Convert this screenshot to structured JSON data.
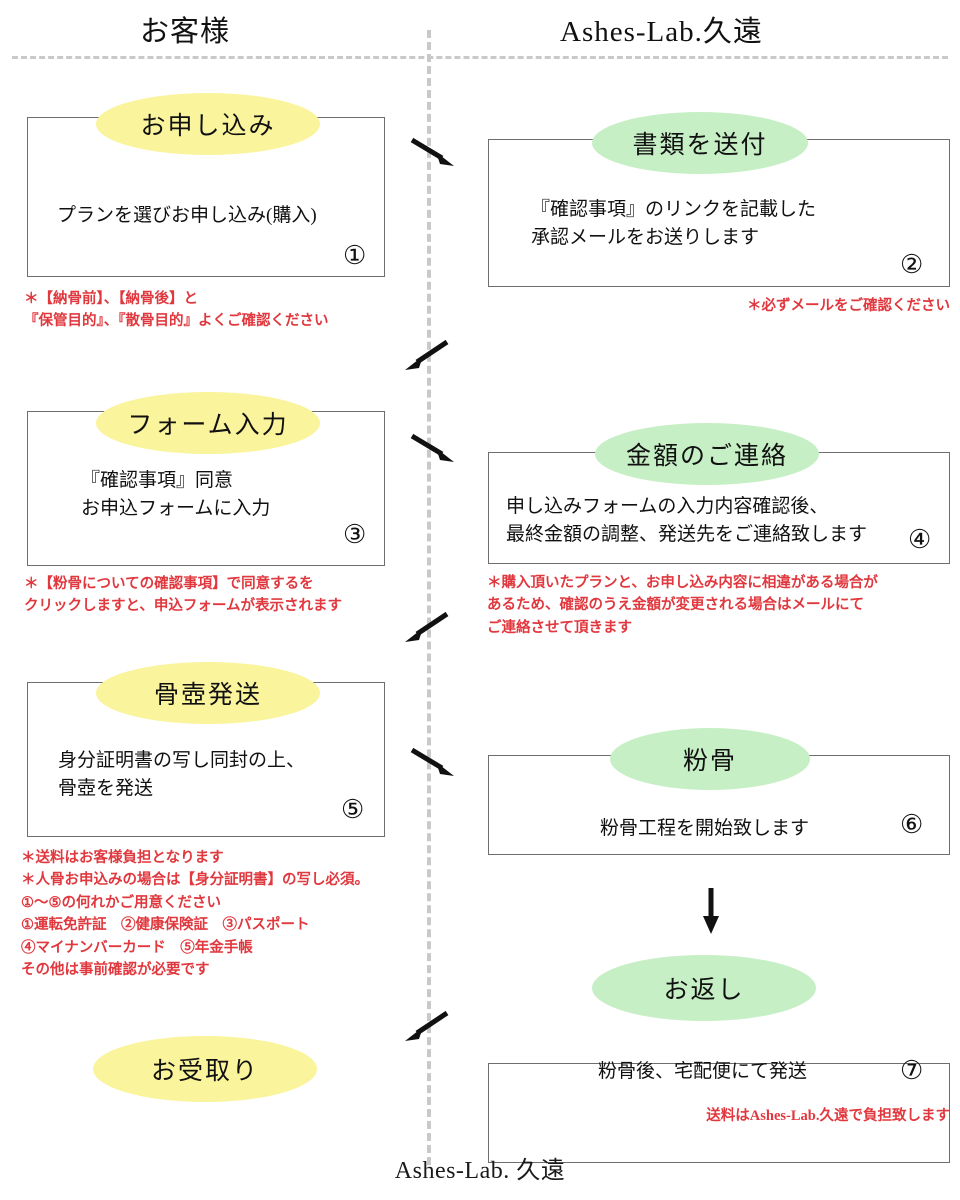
{
  "columns": {
    "customer": "お客様",
    "company": "Ashes-Lab.久遠"
  },
  "footer": "Ashes-Lab. 久遠",
  "colors": {
    "customer_ellipse": "#faf49c",
    "company_ellipse": "#c7efc5",
    "note_red": "#e0383e",
    "box_border": "#6e6e6e",
    "divider": "#c9c9c9"
  },
  "steps": [
    {
      "number": "①",
      "lane": "customer",
      "title": "お申し込み",
      "body": "プランを選びお申し込み(購入)",
      "note": "＊【納骨前】、【納骨後】と\n『保管目的』、『散骨目的』よくご確認ください"
    },
    {
      "number": "②",
      "lane": "company",
      "title": "書類を送付",
      "body": "『確認事項』のリンクを記載した\n承認メールをお送りします",
      "note": "＊必ずメールをご確認ください"
    },
    {
      "number": "③",
      "lane": "customer",
      "title": "フォーム入力",
      "body": "『確認事項』同意\nお申込フォームに入力",
      "note": "＊【粉骨についての確認事項】で同意するを\nクリックしますと、申込フォームが表示されます"
    },
    {
      "number": "④",
      "lane": "company",
      "title": "金額のご連絡",
      "body": "申し込みフォームの入力内容確認後、\n最終金額の調整、発送先をご連絡致します",
      "note": "＊購入頂いたプランと、お申し込み内容に相違がある場合が\nあるため、確認のうえ金額が変更される場合はメールにて\nご連絡させて頂きます"
    },
    {
      "number": "⑤",
      "lane": "customer",
      "title": "骨壺発送",
      "body": "身分証明書の写し同封の上、\n骨壺を発送",
      "note": "＊送料はお客様負担となります\n＊人骨お申込みの場合は【身分証明書】の写し必須。\n①～⑤の何れかご用意ください\n①運転免許証　②健康保険証　③パスポート\n④マイナンバーカード　⑤年金手帳\nその他は事前確認が必要です"
    },
    {
      "number": "⑥",
      "lane": "company",
      "title": "粉骨",
      "body": "粉骨工程を開始致します",
      "note": ""
    },
    {
      "number": "⑦",
      "lane": "company",
      "title": "お返し",
      "body": "粉骨後、宅配便にて発送",
      "note": "送料はAshes-Lab.久遠で負担致します"
    }
  ],
  "final_label": {
    "lane": "customer",
    "title": "お受取り"
  },
  "arrows": [
    {
      "name": "arrow-step1-to-step2",
      "direction": "right-down"
    },
    {
      "name": "arrow-step2-to-step3",
      "direction": "left-down"
    },
    {
      "name": "arrow-step3-to-step4",
      "direction": "right-down"
    },
    {
      "name": "arrow-step4-to-step5",
      "direction": "left-down"
    },
    {
      "name": "arrow-step5-to-step6",
      "direction": "right-down"
    },
    {
      "name": "arrow-step6-to-step7",
      "direction": "down"
    },
    {
      "name": "arrow-step7-to-receipt",
      "direction": "left-down"
    }
  ]
}
